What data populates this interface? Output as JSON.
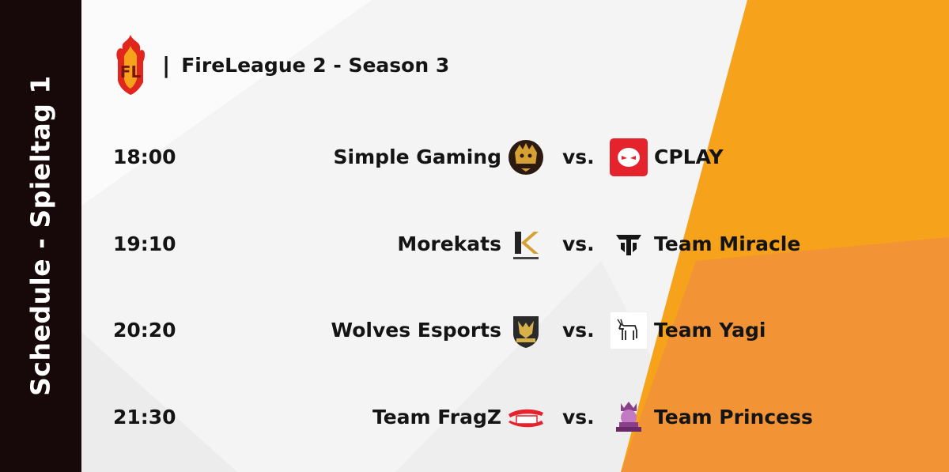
{
  "sidebar": {
    "title": "Schedule - Spieltag 1"
  },
  "header": {
    "separator": "|",
    "league_name": "FireLeague 2 - Season 3",
    "logo_text": "FL"
  },
  "colors": {
    "sidebar": "#170909",
    "orange_primary": "#f7a21b",
    "orange_secondary": "#f08c2e",
    "background": "#f4f4f4"
  },
  "matches": [
    {
      "time": "18:00",
      "home": "Simple Gaming",
      "home_logo_icon": "simple-gaming-lion-icon",
      "vs": "vs.",
      "away": "CPLAY",
      "away_logo_icon": "cplay-icon"
    },
    {
      "time": "19:10",
      "home": "Morekats",
      "home_logo_icon": "morekats-icon",
      "vs": "vs.",
      "away": "Team Miracle",
      "away_logo_icon": "team-miracle-icon"
    },
    {
      "time": "20:20",
      "home": "Wolves Esports",
      "home_logo_icon": "wolves-esports-icon",
      "vs": "vs.",
      "away": "Team Yagi",
      "away_logo_icon": "team-yagi-goat-icon"
    },
    {
      "time": "21:30",
      "home": "Team FragZ",
      "home_logo_icon": "team-fragz-icon",
      "vs": "vs.",
      "away": "Team Princess",
      "away_logo_icon": "team-princess-icon"
    }
  ]
}
